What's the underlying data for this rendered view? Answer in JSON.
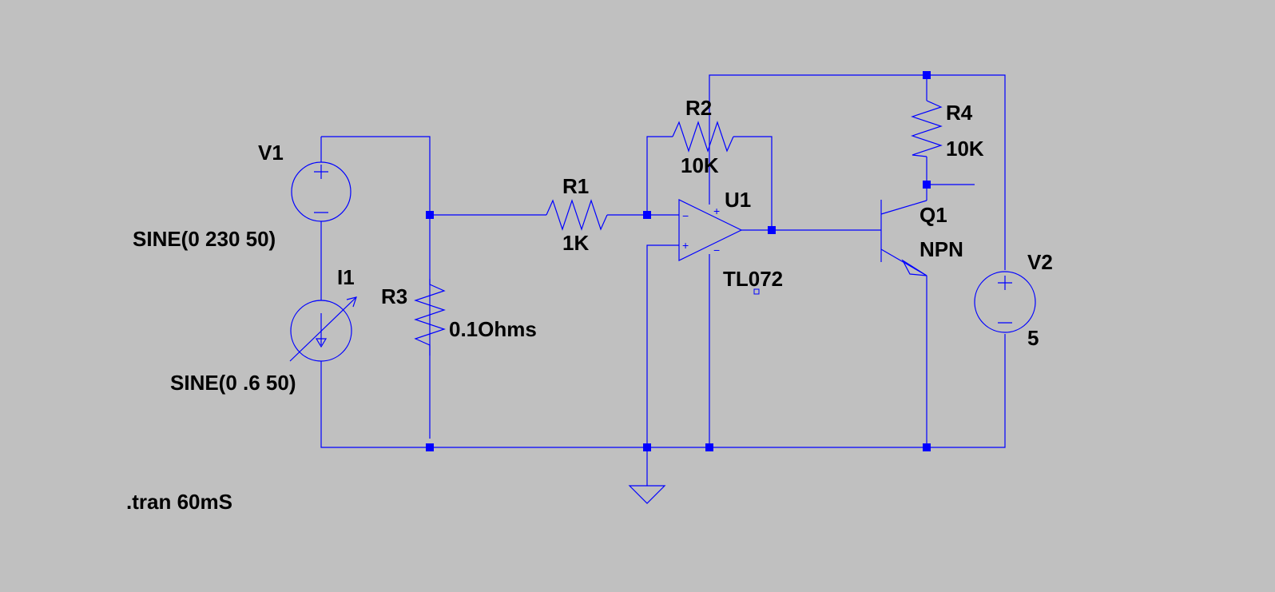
{
  "colors": {
    "background": "#c0c0c0",
    "wire": "#0000ff",
    "text": "#000000"
  },
  "components": {
    "v1": {
      "name": "V1",
      "value": "SINE(0 230 50)"
    },
    "i1": {
      "name": "I1",
      "value": "SINE(0 .6 50)"
    },
    "r1": {
      "name": "R1",
      "value": "1K"
    },
    "r2": {
      "name": "R2",
      "value": "10K"
    },
    "r3": {
      "name": "R3",
      "value": "0.1Ohms"
    },
    "r4": {
      "name": "R4",
      "value": "10K"
    },
    "u1": {
      "name": "U1",
      "value": "TL072"
    },
    "q1": {
      "name": "Q1",
      "value": "NPN"
    },
    "v2": {
      "name": "V2",
      "value": "5"
    }
  },
  "directive": ".tran 60mS",
  "pin_marks": {
    "plus": "+",
    "minus": "−"
  }
}
